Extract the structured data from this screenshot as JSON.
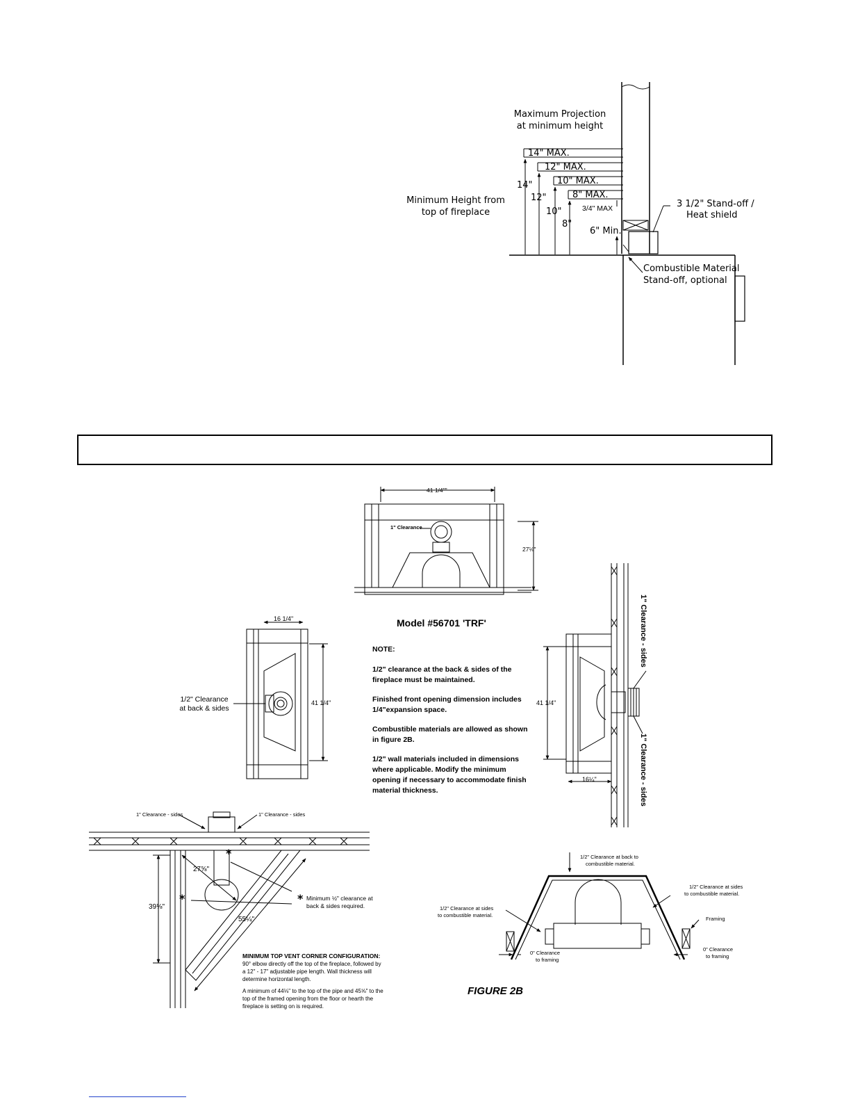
{
  "projection_diagram": {
    "max_projection_label": [
      "Maximum Projection",
      "at minimum height"
    ],
    "min_height_label": [
      "Minimum Height from",
      "top of fireplace"
    ],
    "max_labels": [
      "14\" MAX.",
      "12\" MAX.",
      "10\" MAX.",
      "8\" MAX."
    ],
    "height_labels": [
      "14\"",
      "12\"",
      "10\"",
      "8\""
    ],
    "three_quarter_max": "3/4\" MAX",
    "six_min": "6\" Min.",
    "standoff_label": [
      "3 1/2\" Stand-off /",
      "Heat shield"
    ],
    "combustible_label": [
      "Combustible Material",
      "Stand-off, optional"
    ]
  },
  "front_view": {
    "width_dim": "41 1/4\"\"",
    "clearance": "1\" Clearance",
    "height_dim": "27⅛\""
  },
  "top_view": {
    "depth_dim": "16 1/4\"",
    "width_dim": "41 1/4\"",
    "clearance_label": [
      "1/2\" Clearance",
      "at back & sides"
    ]
  },
  "notes": {
    "model_title": "Model #56701 'TRF'",
    "note_heading": "NOTE:",
    "items": [
      [
        "1/2\" clearance at the back & sides of the",
        "fireplace must be maintained."
      ],
      [
        "Finished front opening dimension includes",
        "1/4\"expansion space."
      ],
      [
        "Combustible materials are allowed as shown",
        "in figure 2B."
      ],
      [
        "1/2\" wall materials included in dimensions",
        "where applicable.  Modify the minimum",
        "opening if necessary to accommodate finish",
        "material thickness."
      ]
    ]
  },
  "side_view": {
    "clearance_top": "1\" Clearance - sides",
    "clearance_bottom": "1\" Clearance - sides",
    "height_dim": "41 1/4\"",
    "depth_dim": "16¼\""
  },
  "corner_config": {
    "clearance_left": "1\" Clearance - sides",
    "clearance_right": "1\" Clearance - sides",
    "dim_a": "27⅝\"",
    "dim_b": "39⅛\"",
    "dim_c": "55¼\"",
    "minimum_note": [
      "Minimum ½\" clearance at",
      "back & sides required."
    ],
    "config_title": "MINIMUM  TOP VENT CORNER  CONFIGURATION:",
    "config_text": [
      "90° elbow directly off the top of the fireplace, followed by",
      "a 12\" - 17\" adjustable pipe length.   Wall thickness will",
      "determine horizontal length."
    ],
    "min_text": [
      "A minimum of 44⅛\" to the top of the pipe and 45⅝\" to the",
      "top of the framed opening from the floor or hearth the",
      "fireplace is setting on is required."
    ]
  },
  "figure_2b": {
    "back_clearance": [
      "1/2\" Clearance at back to",
      "combustible material."
    ],
    "sides_right": [
      "1/2\" Clearance at sides",
      "to combustible material."
    ],
    "sides_left": [
      "1/2\" Clearance at sides",
      "to combustible material."
    ],
    "framing": "Framing",
    "zero_left": [
      "0\" Clearance",
      "to framing"
    ],
    "zero_right": [
      "0\" Clearance",
      "to framing"
    ],
    "caption": "FIGURE 2B"
  }
}
